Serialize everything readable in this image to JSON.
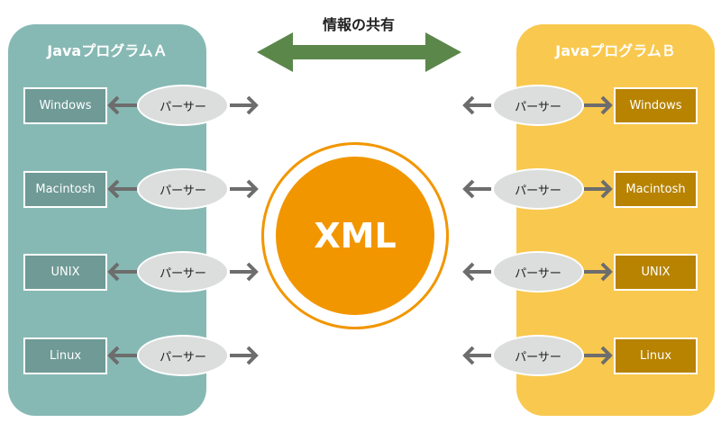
{
  "title_share": "情報の共有",
  "center_label": "XML",
  "program_a": {
    "title": "JavaプログラムＡ",
    "os": [
      "Windows",
      "Macintosh",
      "UNIX",
      "Linux"
    ]
  },
  "program_b": {
    "title": "JavaプログラムＢ",
    "os": [
      "Windows",
      "Macintosh",
      "UNIX",
      "Linux"
    ]
  },
  "parser_label": "パーサー",
  "colors": {
    "panel_a": "#87b9b4",
    "panel_b": "#f9c84e",
    "xml": "#f29600",
    "share_arrow": "#5b874b",
    "arrow": "#6d6d6d"
  }
}
